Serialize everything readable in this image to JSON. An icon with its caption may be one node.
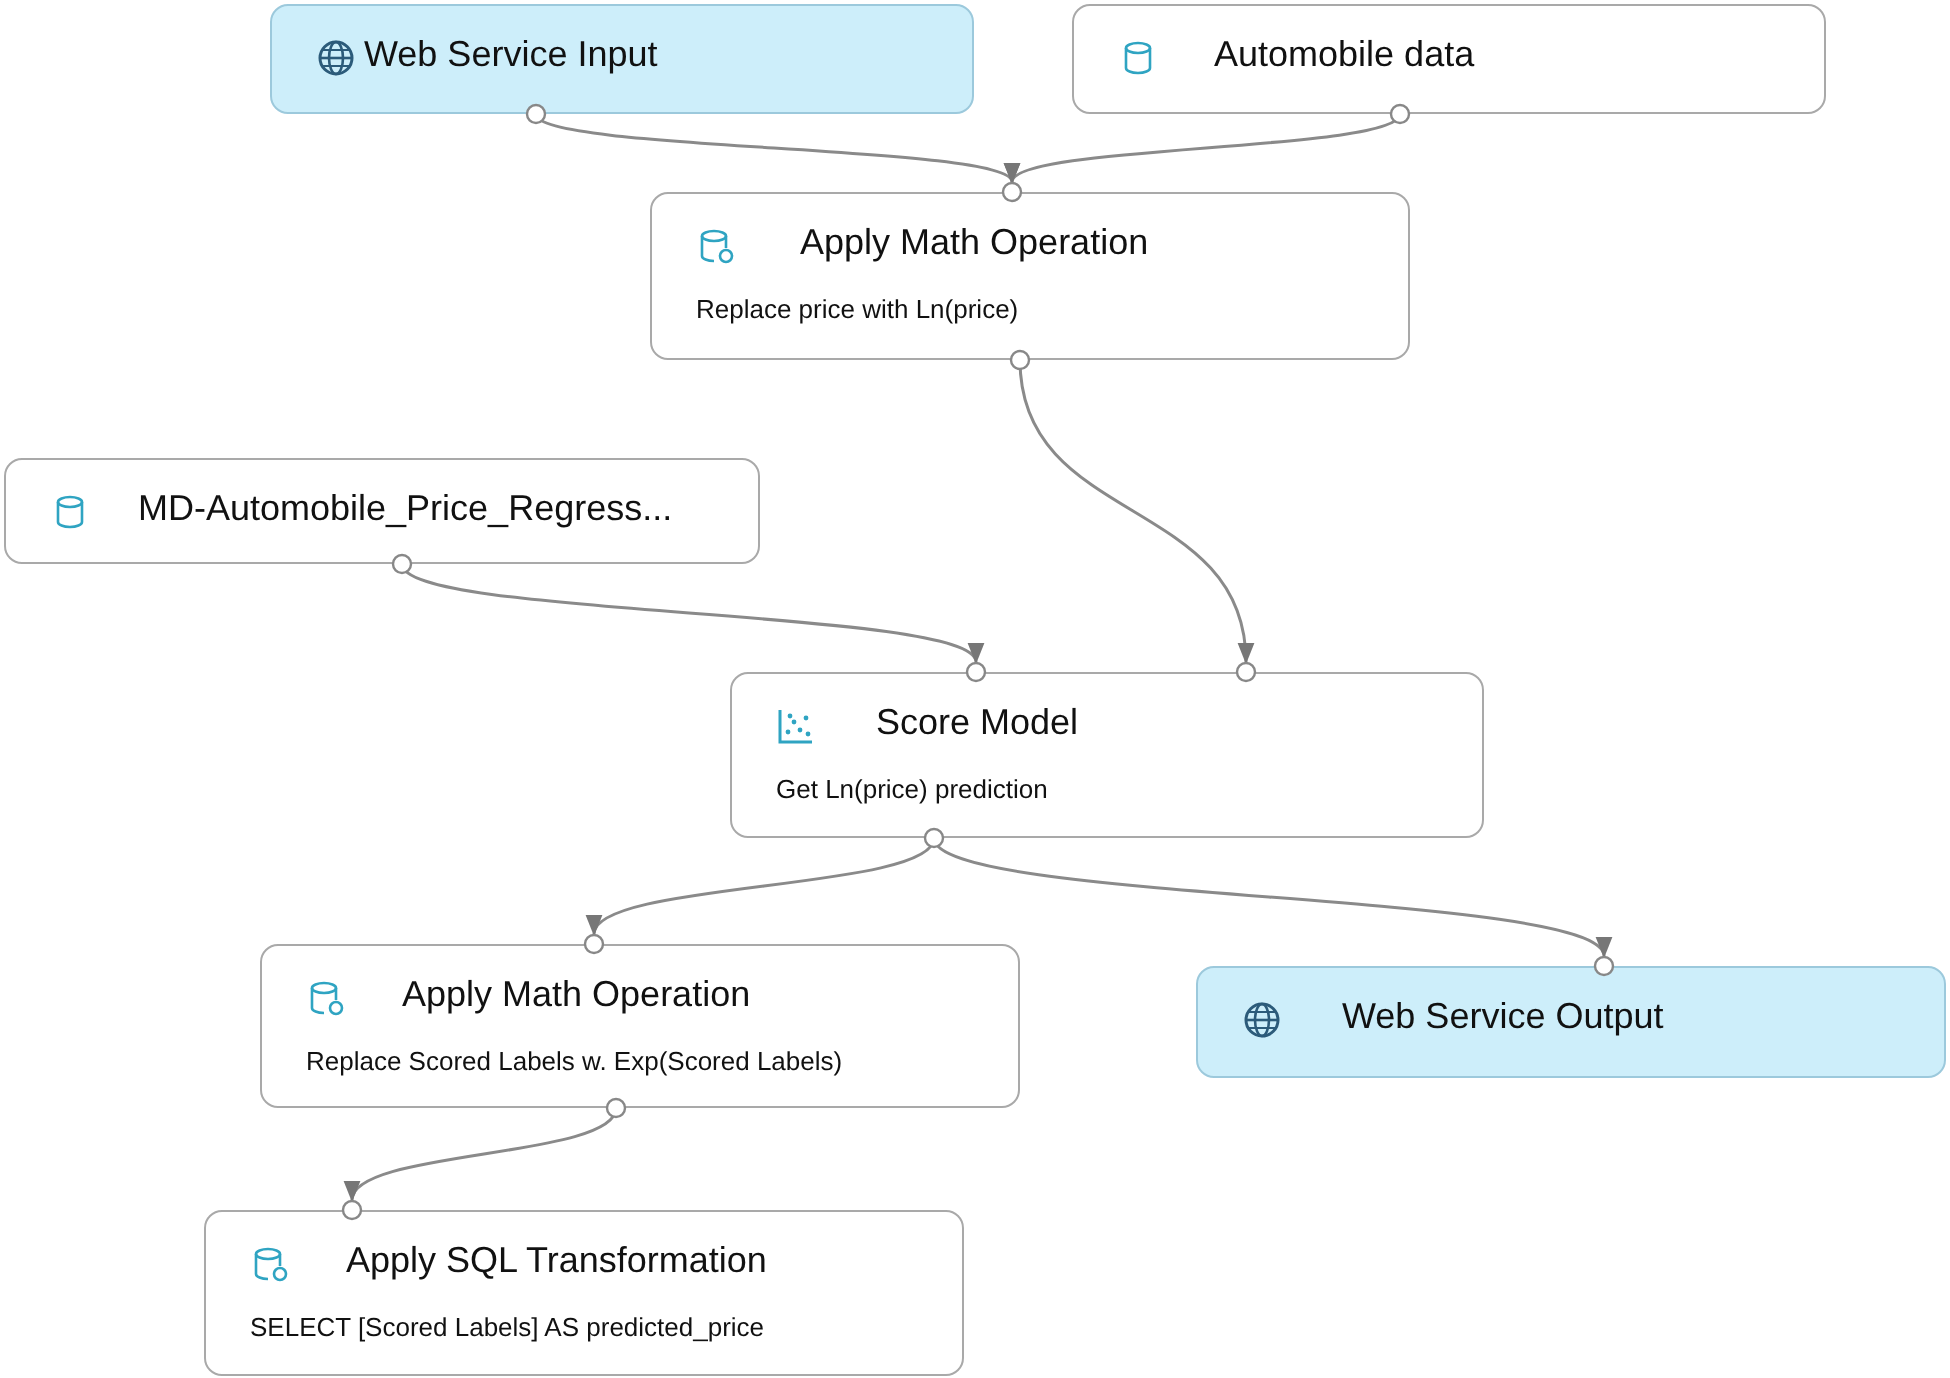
{
  "diagram": {
    "nodes": [
      {
        "text": [
          "Web Service Input"
        ]
      },
      {
        "text": [
          "Automobile data"
        ]
      },
      {
        "text": [
          "Apply Math Operation",
          "Replace price with Ln(price)"
        ]
      },
      {
        "text": [
          "MD-Automobile_Price_Regress..."
        ]
      },
      {
        "text": [
          "Score Model",
          "Get Ln(price) prediction"
        ]
      },
      {
        "text": [
          "Apply Math Operation",
          "Replace Scored Labels w. Exp(Scored Labels)"
        ]
      },
      {
        "text": [
          "Web Service Output"
        ]
      },
      {
        "text": [
          "Apply SQL Transformation",
          "SELECT [Scored Labels] AS predicted_price"
        ]
      }
    ],
    "edges": [
      {
        "from": 0,
        "to": 2,
        "arrow": "to"
      },
      {
        "from": 1,
        "to": 2,
        "arrow": "to"
      },
      {
        "from": 2,
        "to": 4,
        "arrow": "to"
      },
      {
        "from": 3,
        "to": 4,
        "arrow": "to"
      },
      {
        "from": 4,
        "to": 5,
        "arrow": "to"
      },
      {
        "from": 4,
        "to": 6,
        "arrow": "to"
      },
      {
        "from": 5,
        "to": 7,
        "arrow": "to"
      }
    ]
  }
}
